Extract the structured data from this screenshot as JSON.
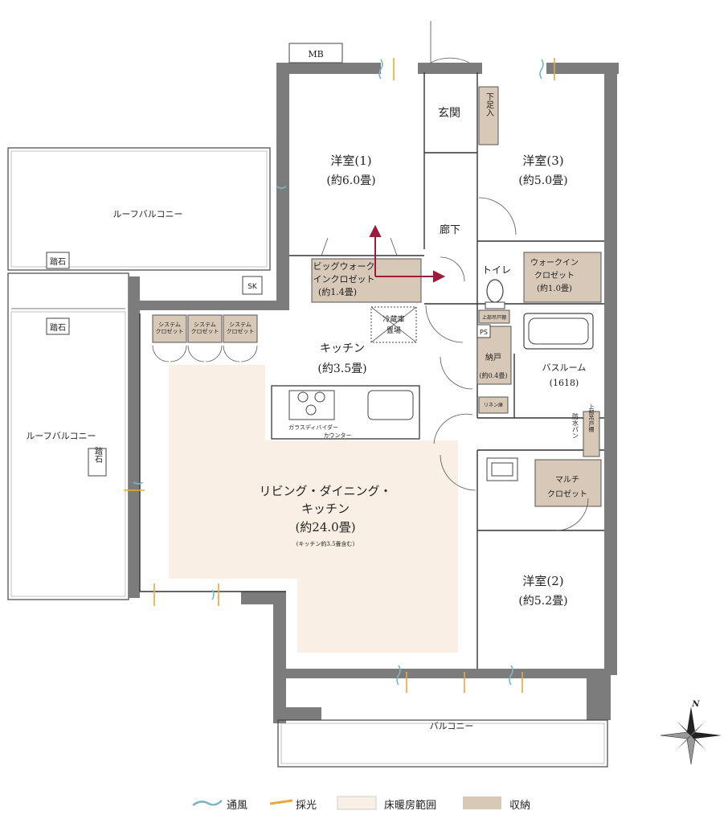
{
  "rooms": {
    "western_room_1": {
      "name": "洋室(1)",
      "size": "(約6.0畳)"
    },
    "western_room_2": {
      "name": "洋室(2)",
      "size": "(約5.2畳)"
    },
    "western_room_3": {
      "name": "洋室(3)",
      "size": "(約5.0畳)"
    },
    "entrance": "玄関",
    "shoe_storage": "下足入",
    "hallway": "廊下",
    "toilet": "トイレ",
    "kitchen": {
      "name": "キッチン",
      "size": "(約3.5畳)"
    },
    "ldk": {
      "line1": "リビング・ダイニング・",
      "line2": "キッチン",
      "size": "(約24.0畳)",
      "note": "(キッチン約3.5畳含む)"
    },
    "bathroom": {
      "name": "バスルーム",
      "size": "(1618)"
    },
    "big_wic": {
      "line1": "ビッグウォーク",
      "line2": "インクロゼット",
      "size": "(約1.4畳)"
    },
    "wic": {
      "line1": "ウォークイン",
      "line2": "クロゼット",
      "size": "(約1.0畳)"
    },
    "nando": {
      "name": "納戸",
      "size": "(約0.4畳)"
    },
    "multi_closet": {
      "line1": "マルチ",
      "line2": "クロゼット"
    },
    "fridge": {
      "line1": "冷蔵庫",
      "line2": "置場"
    },
    "system_closets": [
      "システム\nクロゼット",
      "システム\nクロゼット",
      "システム\nクロゼット"
    ],
    "counter": {
      "line1": "ガラスディバイダー",
      "line2": "カウンター"
    },
    "upper_shelf": "上部吊戸棚",
    "linen": "リネン庫",
    "waterproof_pan": "防水パン",
    "upper_cabinet": "上部吊戸棚",
    "ps": "PS",
    "mb": "MB",
    "sk": "SK",
    "roof_balcony_top": "ルーフバルコニー",
    "roof_balcony_left": "ルーフバルコニー",
    "balcony": "バルコニー",
    "stepping_stone": "踏石"
  },
  "legend": [
    {
      "label": "通風",
      "swatch": "wind",
      "color": "#7bb6c7"
    },
    {
      "label": "採光",
      "swatch": "light",
      "color": "#e8a93b"
    },
    {
      "label": "床暖房範囲",
      "swatch": "box",
      "color": "#f9efe4"
    },
    {
      "label": "収納",
      "swatch": "box",
      "color": "#d7c8b8"
    }
  ],
  "compass": "N",
  "colors": {
    "arrow": "#9b1c3c",
    "floor_heating": "#f9efe4",
    "storage": "#d7c8b8",
    "wall": "#7c7c7c"
  }
}
